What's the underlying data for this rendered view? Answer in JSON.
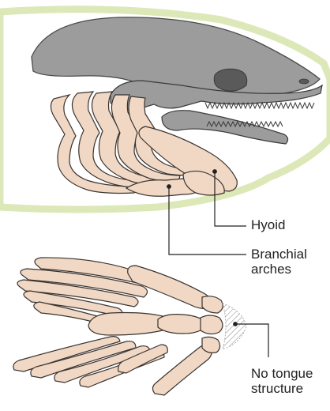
{
  "figure": {
    "labels": {
      "hyoid": "Hyoid",
      "branchial_arches": "Branchial\narches",
      "no_tongue": "No tongue\nstructure"
    },
    "colors": {
      "bone": "#f0d8c4",
      "bone_stroke": "#3a3330",
      "skull": "#9c9c9c",
      "skull_dark": "#5a5a5a",
      "body_outline": "#dce8b8",
      "body_fill": "#ffffff",
      "leader_line": "#222222"
    }
  }
}
